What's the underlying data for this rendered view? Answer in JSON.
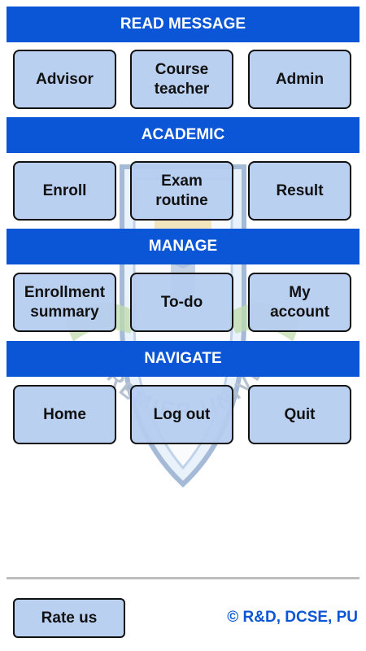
{
  "sections": [
    {
      "title": "READ MESSAGE",
      "buttons": [
        {
          "label": "Advisor"
        },
        {
          "label": "Course teacher"
        },
        {
          "label": "Admin"
        }
      ]
    },
    {
      "title": "ACADEMIC",
      "buttons": [
        {
          "label": "Enroll"
        },
        {
          "label": "Exam routine"
        },
        {
          "label": "Result"
        }
      ]
    },
    {
      "title": "MANAGE",
      "buttons": [
        {
          "label": "Enrollment summary"
        },
        {
          "label": "To-do"
        },
        {
          "label": "My account"
        }
      ]
    },
    {
      "title": "NAVIGATE",
      "buttons": [
        {
          "label": "Home"
        },
        {
          "label": "Log out"
        },
        {
          "label": "Quit"
        }
      ]
    }
  ],
  "footer": {
    "rate_label": "Rate us",
    "credit": "© R&D, DCSE, PU"
  },
  "watermark": {
    "text": "PREMIER UNIVERSITY"
  },
  "colors": {
    "header_bg": "#0a56d6",
    "button_bg": "#b5ccf0",
    "credit_text": "#0a56d6"
  },
  "icons": {
    "watermark": "university-seal-icon"
  }
}
